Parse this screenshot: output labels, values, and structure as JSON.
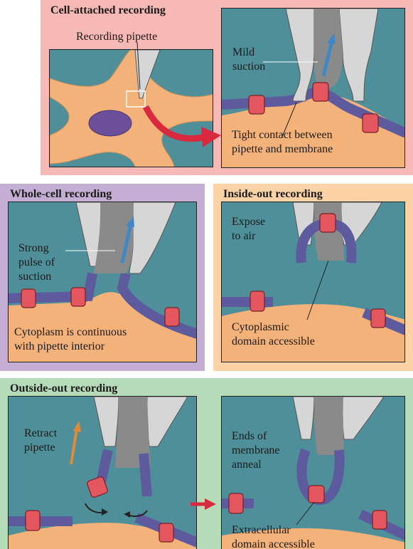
{
  "colors": {
    "cell_attached_bg": "#f7b9b5",
    "whole_cell_bg": "#c5aed3",
    "inside_out_bg": "#fbd3a6",
    "outside_out_bg": "#b6dbb8",
    "extracellular": "#4e8f99",
    "cytoplasm": "#f3b27a",
    "membrane": "#5e5a9e",
    "channel": "#e4575f",
    "pipette": "#d6d6d6",
    "arrow_red": "#d9293e",
    "arrow_blue": "#3f87c7",
    "arrow_orange": "#e08a3a"
  },
  "cell_attached": {
    "title": "Cell-attached recording",
    "pipette_label": "Recording pipette",
    "suction_label_line1": "Mild",
    "suction_label_line2": "suction",
    "contact_label_line1": "Tight contact between",
    "contact_label_line2": "pipette and membrane"
  },
  "whole_cell": {
    "title": "Whole-cell recording",
    "suction_line1": "Strong",
    "suction_line2": "pulse of",
    "suction_line3": "suction",
    "cytoplasm_line1": "Cytoplasm is continuous",
    "cytoplasm_line2": "with pipette interior"
  },
  "inside_out": {
    "title": "Inside-out recording",
    "expose_line1": "Expose",
    "expose_line2": "to air",
    "domain_line1": "Cytoplasmic",
    "domain_line2": "domain accessible"
  },
  "outside_out": {
    "title": "Outside-out recording",
    "retract_line1": "Retract",
    "retract_line2": "pipette",
    "anneal_line1": "Ends of",
    "anneal_line2": "membrane",
    "anneal_line3": "anneal",
    "domain_line1": "Extracellular",
    "domain_line2": "domain accessible"
  }
}
